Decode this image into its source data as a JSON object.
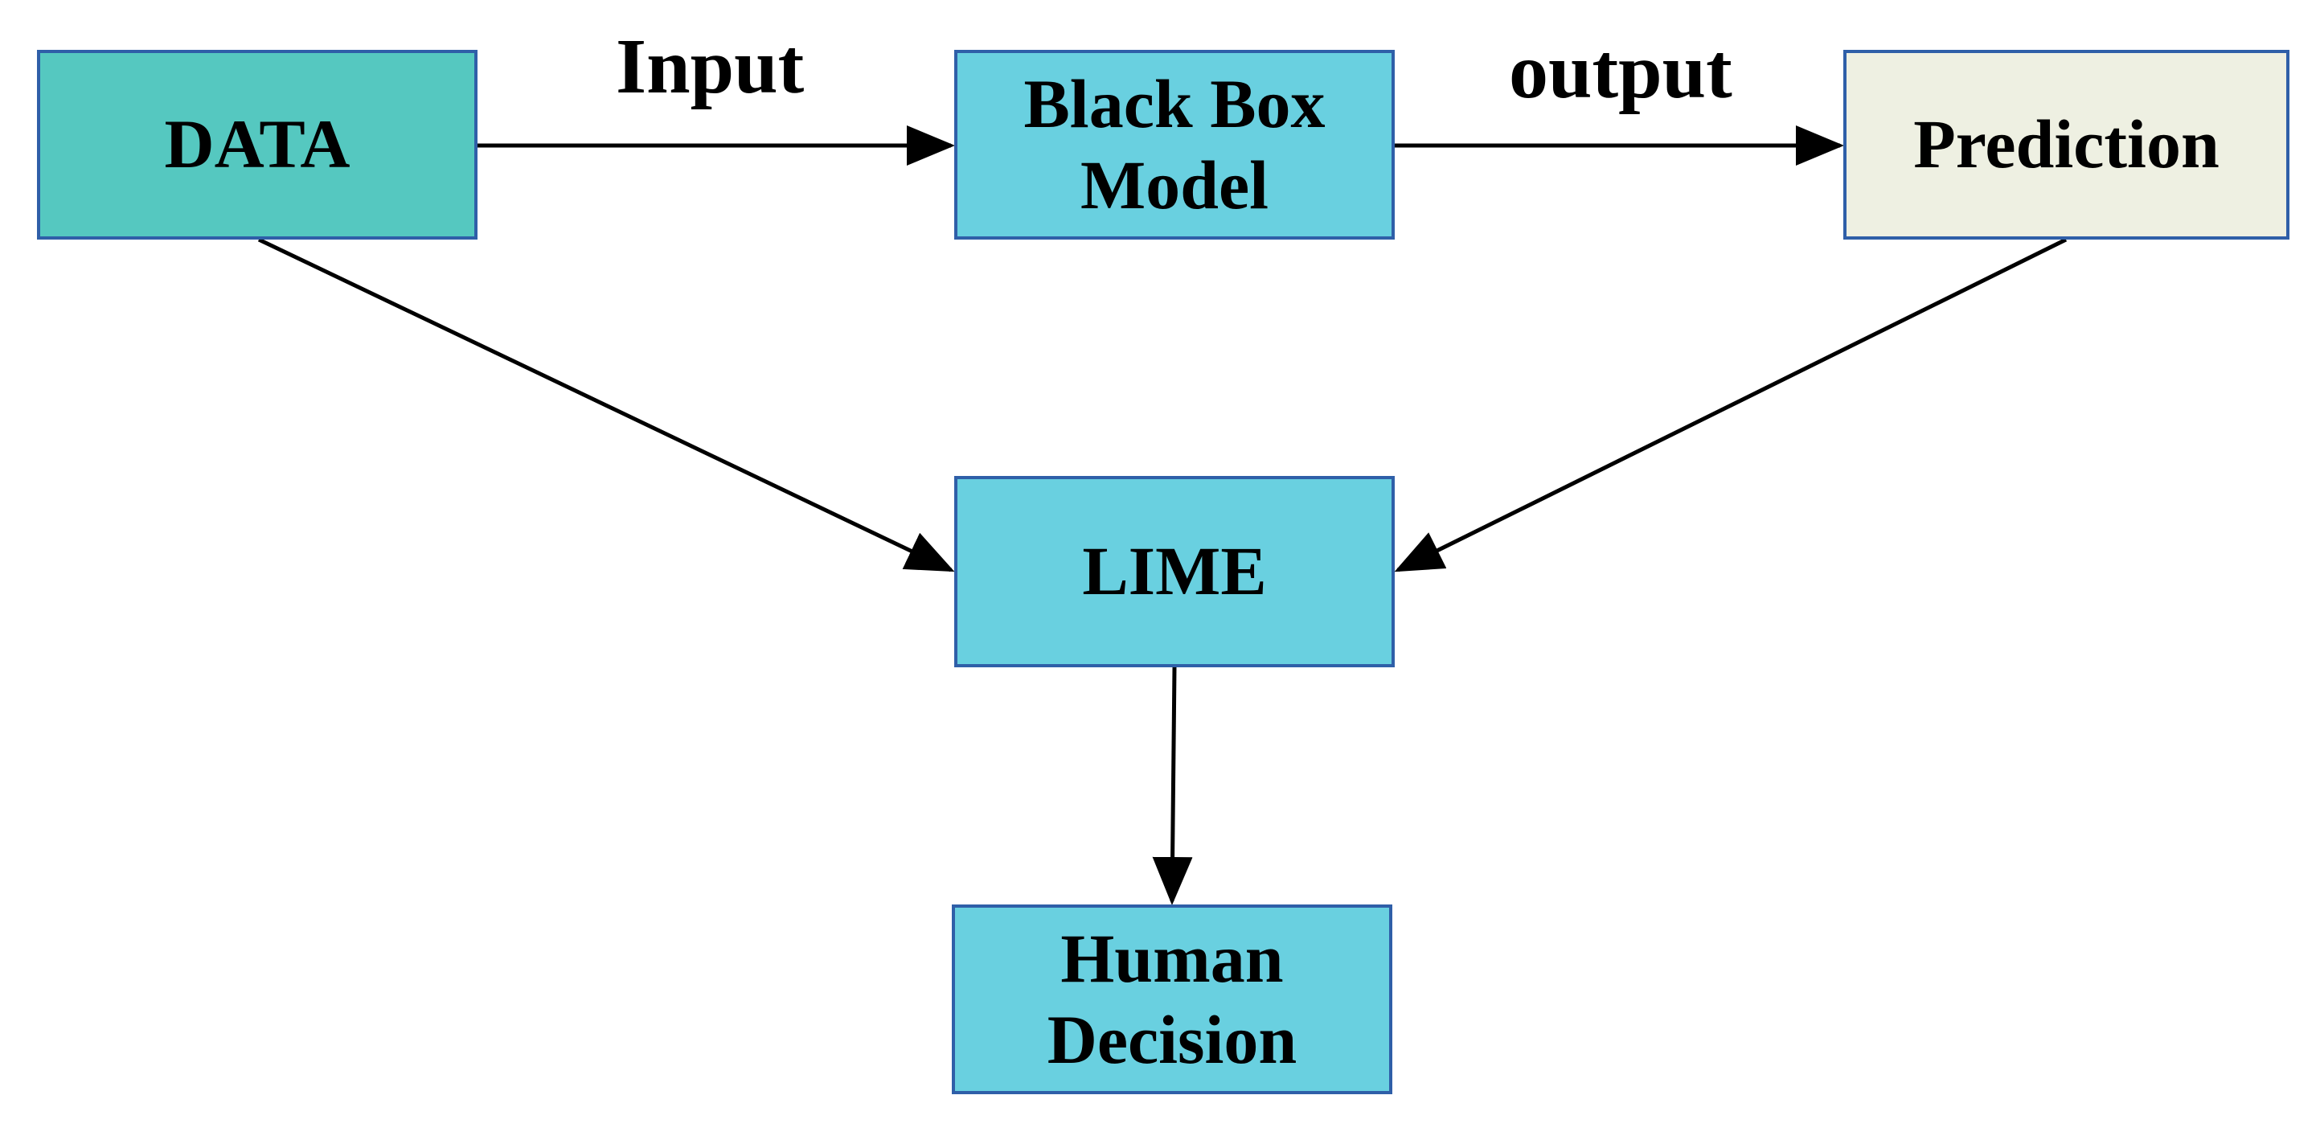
{
  "colors": {
    "data_fill": "#55c8c0",
    "process_fill": "#69d0e0",
    "prediction_fill": "#eef0e2",
    "border": "#2f5fa8",
    "arrow": "#000000"
  },
  "nodes": {
    "data": "DATA",
    "black_box_model": "Black Box Model",
    "prediction": "Prediction",
    "lime": "LIME",
    "human_decision": "Human Decision"
  },
  "edge_labels": {
    "input": "Input",
    "output": "output"
  }
}
